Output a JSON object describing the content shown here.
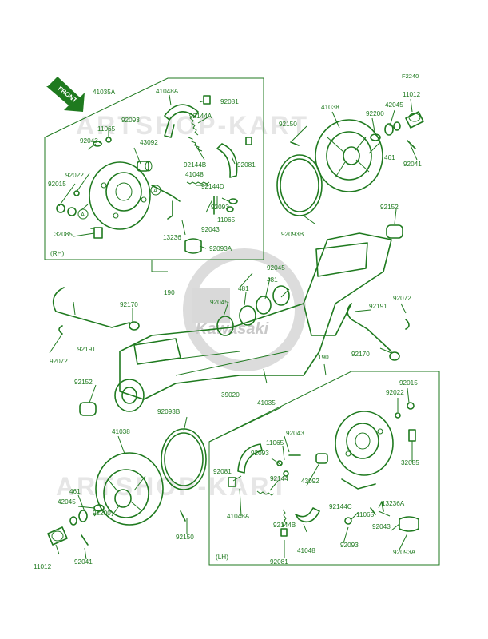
{
  "diagram": {
    "figure_code": "F2240",
    "front_label": "FRONT",
    "side_rh": "(RH)",
    "side_lh": "(LH)",
    "brand": "Kawasaki",
    "watermark": "ARTSHOP-KART"
  },
  "parts": {
    "p41035A": "41035A",
    "p41048A_top": "41048A",
    "p92081_top": "92081",
    "p92093_top": "92093",
    "p11065_top": "11065",
    "p92043_topleft": "92043",
    "p43092_top": "43092",
    "p92144A_top": "92144A",
    "p92144B_top": "92144B",
    "p41048_top": "41048",
    "p92081_mid": "92081",
    "p92144D": "92144D",
    "p92022_top": "92022",
    "p92015_top": "92015",
    "pA_top": "A",
    "pA_mid": "A",
    "p92093_mid": "92093",
    "p11065_mid": "11065",
    "p92043_mid": "92043",
    "p32085_top": "32085",
    "p13236": "13236",
    "p92093A_top": "92093A",
    "p41038_top": "41038",
    "p92200_top": "92200",
    "p42045_top": "42045",
    "p11012_top": "11012",
    "p92150_top": "92150",
    "p461_top": "461",
    "p92041_top": "92041",
    "p92093B_top": "92093B",
    "p92152_top": "92152",
    "p92045_a": "92045",
    "p481_a": "481",
    "p481_b": "481",
    "p92045_b": "92045",
    "p190_top": "190",
    "p92170_left": "92170",
    "p92191_left": "92191",
    "p92072_left": "92072",
    "p92191_right": "92191",
    "p92072_right": "92072",
    "p92170_right": "92170",
    "p190_right": "190",
    "p92152_left": "92152",
    "p39020": "39020",
    "p41035": "41035",
    "p92015_bot": "92015",
    "p92022_bot": "92022",
    "p92093B_bot": "92093B",
    "p41038_bot": "41038",
    "p92043_bot": "92043",
    "p11065_bot": "11065",
    "p92093_bot": "92093",
    "p92081_bot": "92081",
    "p92144_bot": "92144",
    "p43092_bot": "43092",
    "p32085_bot": "32085",
    "p461_bot": "461",
    "p42045_bot": "42045",
    "p92200_bot": "92200",
    "p41048A_bot": "41048A",
    "p92144C": "92144C",
    "p13236A": "13236A",
    "p11065_bot2": "11065",
    "p92043_bot2": "92043",
    "p92150_bot": "92150",
    "p92144B_bot": "92144B",
    "p11012_bot": "11012",
    "p92041_bot": "92041",
    "p41048_bot": "41048",
    "p92093_bot2": "92093",
    "p92093A_bot": "92093A",
    "p92081_bot2": "92081"
  },
  "colors": {
    "ink": "#1f7a1f",
    "watermark": "#e6e6e6"
  }
}
